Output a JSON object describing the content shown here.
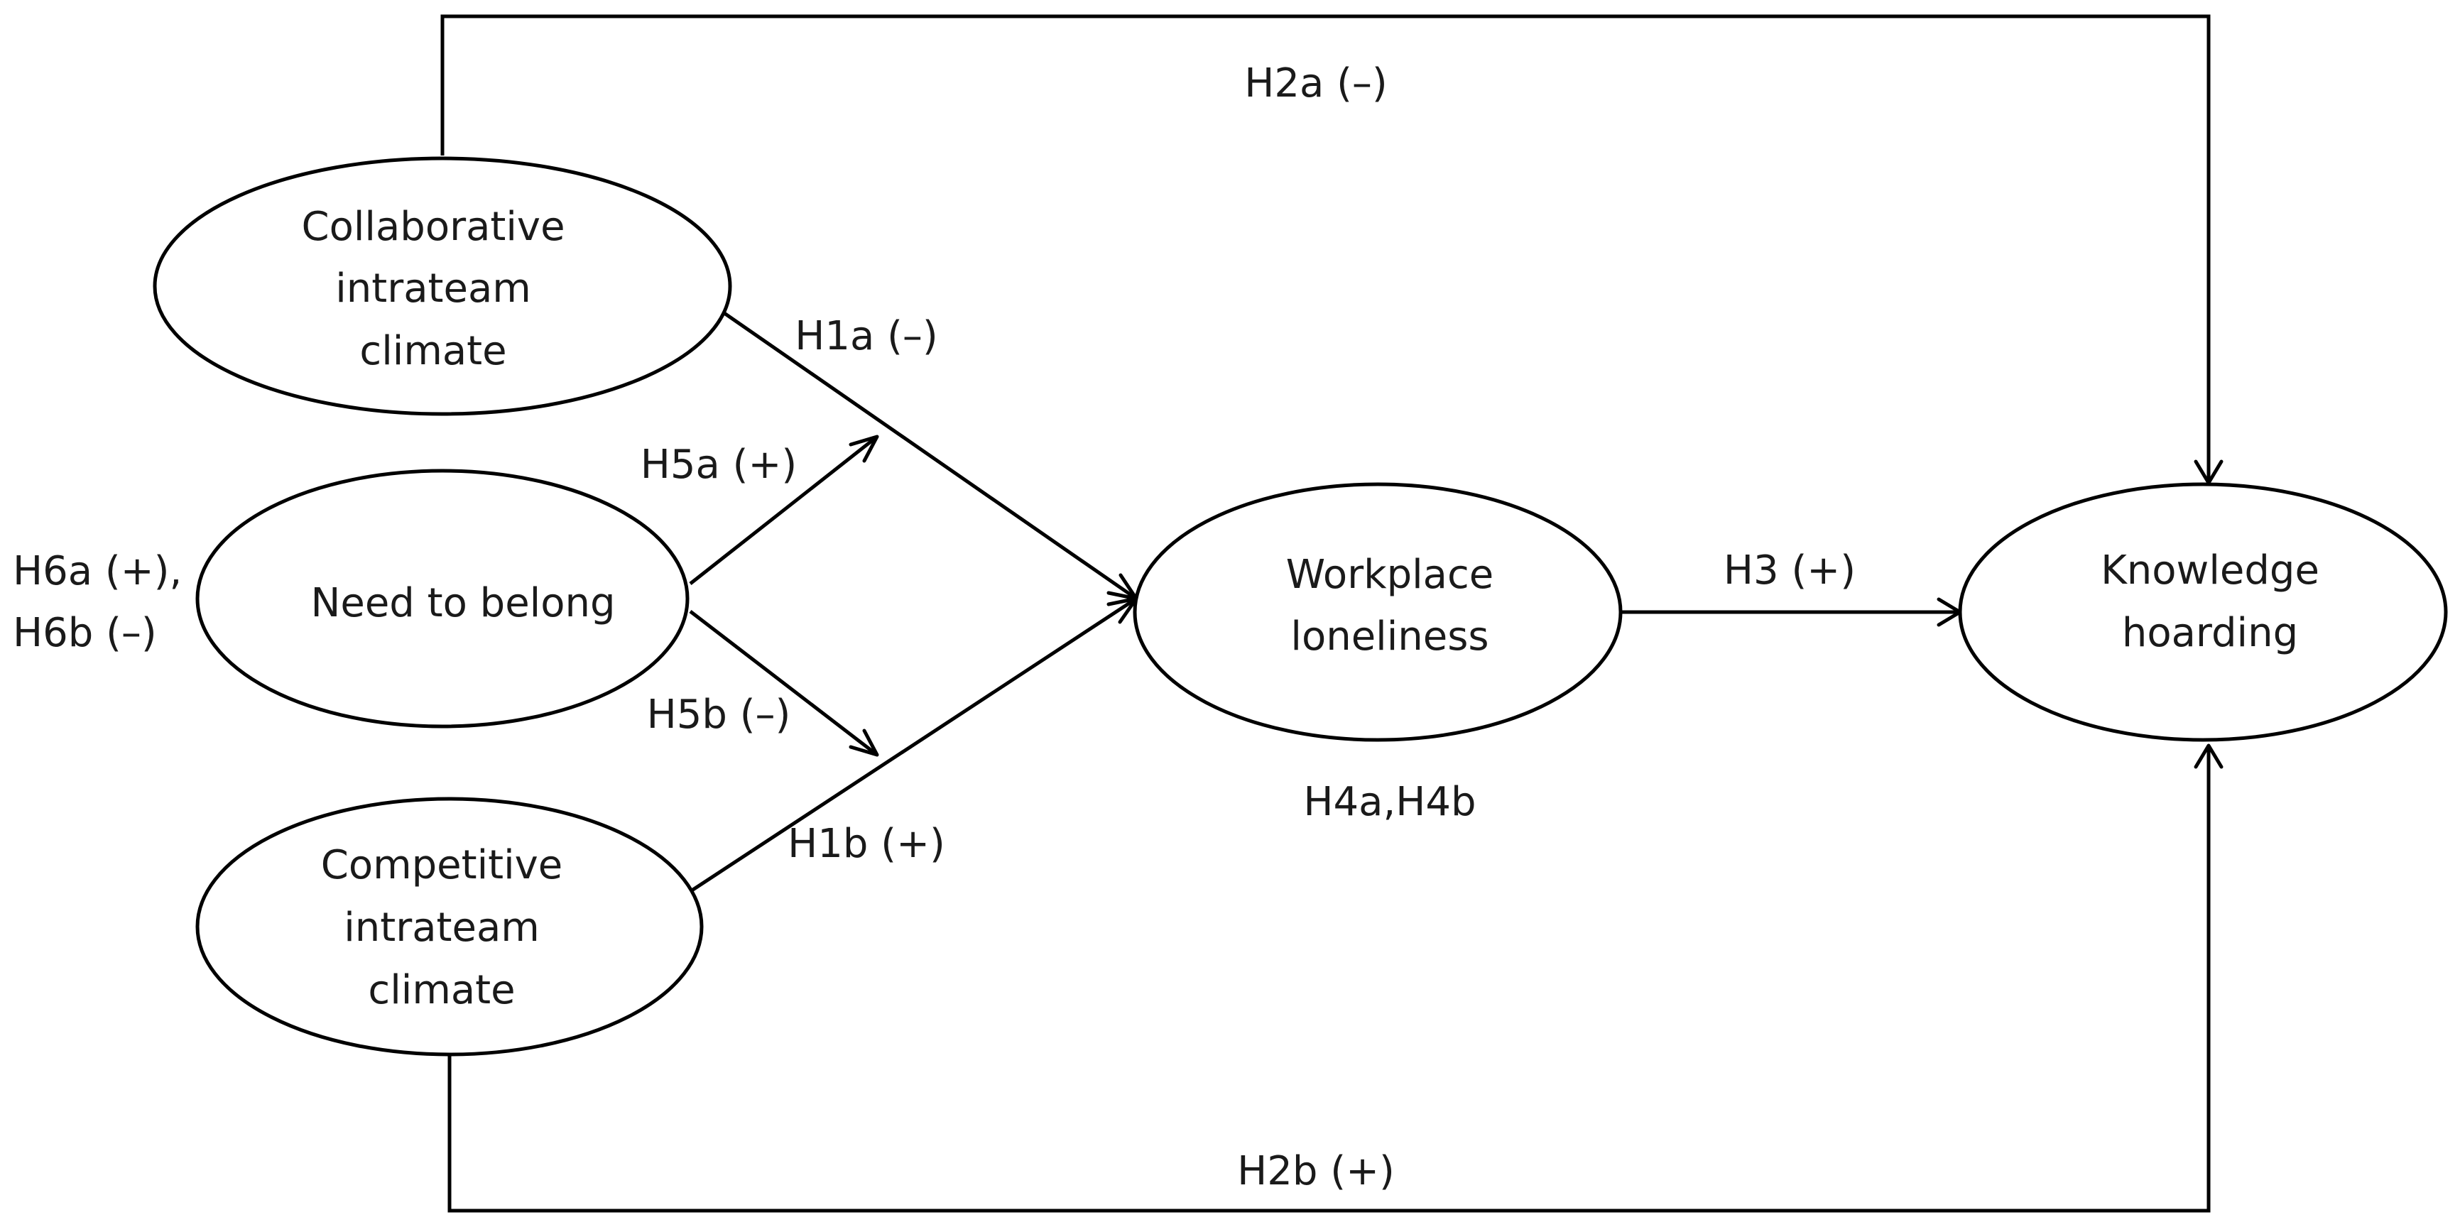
{
  "nodes": {
    "collaborative": {
      "lines": [
        "Collaborative",
        "intrateam",
        "climate"
      ]
    },
    "need_to_belong": {
      "lines": [
        "Need to belong"
      ]
    },
    "competitive": {
      "lines": [
        "Competitive",
        "intrateam",
        "climate"
      ]
    },
    "loneliness": {
      "lines": [
        "Workplace",
        "loneliness"
      ]
    },
    "hoarding": {
      "lines": [
        "Knowledge",
        "hoarding"
      ]
    }
  },
  "edge_labels": {
    "h1a": "H1a (–)",
    "h1b": "H1b (+)",
    "h2a": "H2a (–)",
    "h2b": "H2b (+)",
    "h3": "H3 (+)",
    "h4": "H4a,H4b",
    "h5a": "H5a (+)",
    "h5b": "H5b (–)",
    "h6": [
      "H6a (+),",
      "H6b (–)"
    ]
  }
}
